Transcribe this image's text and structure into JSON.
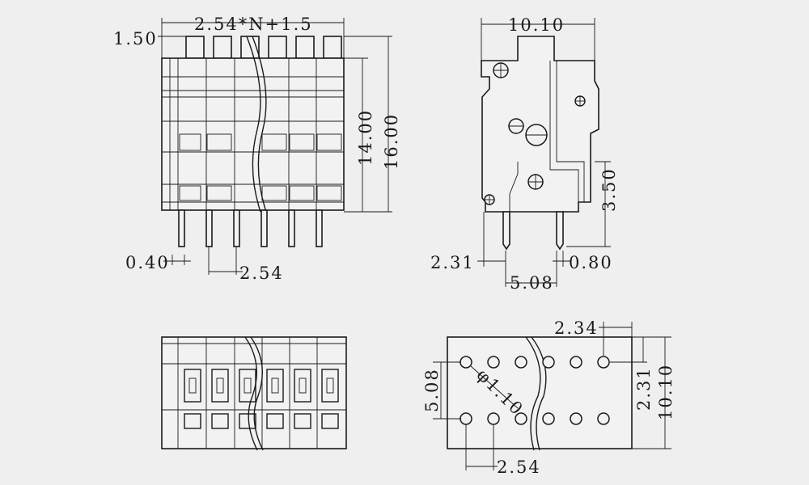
{
  "views": {
    "front": {
      "dim_width_formula": "2.54*N+1.5",
      "dim_top_offset": "1.50",
      "dim_height_14": "14.00",
      "dim_height_16": "16.00",
      "dim_pin_width": "0.40",
      "dim_pitch": "2.54"
    },
    "side": {
      "dim_depth": "10.10",
      "dim_pin_height": "3.50",
      "dim_pin_offset": "2.31",
      "dim_pin_thickness": "0.80",
      "dim_pin_spacing": "5.08"
    },
    "footprint": {
      "dim_edge_offset": "2.34",
      "dim_hole_diameter": "φ1.10",
      "dim_row_spacing": "5.08",
      "dim_row_offset": "2.31",
      "dim_total_depth": "10.10",
      "dim_pitch": "2.54"
    }
  }
}
